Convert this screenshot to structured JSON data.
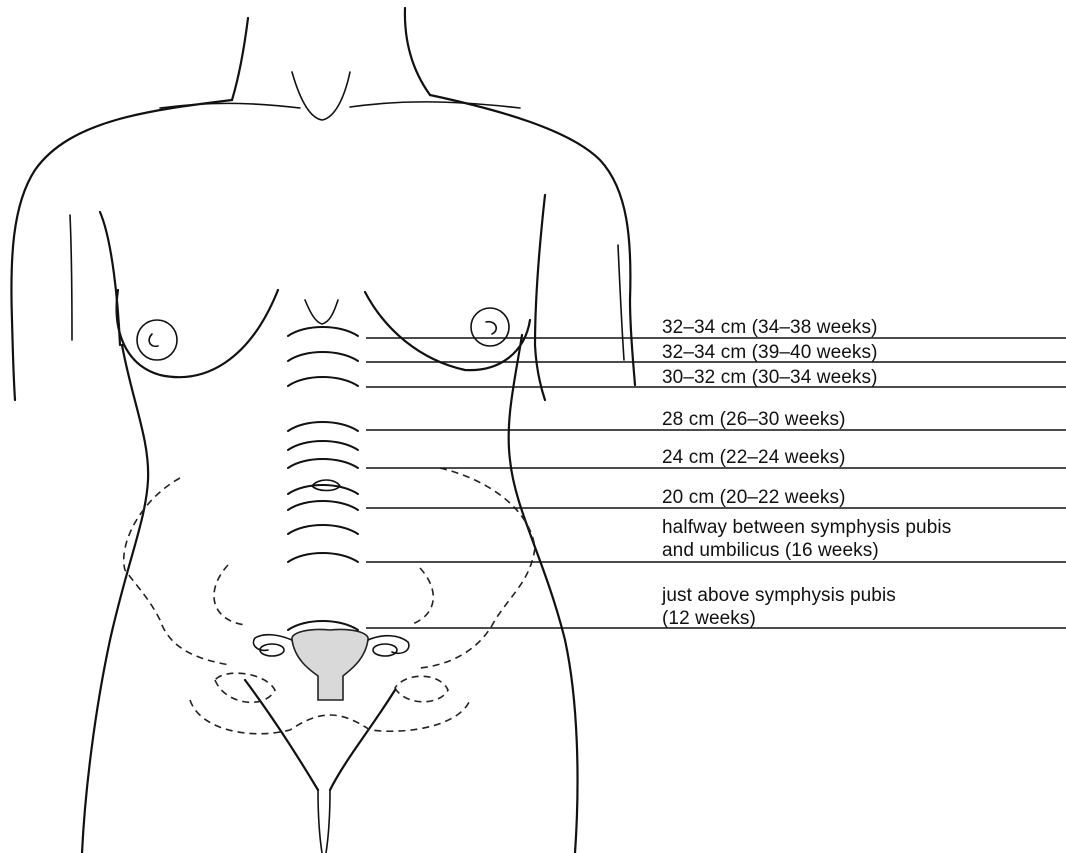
{
  "levels": [
    {
      "text": "32–34 cm (34–38 weeks)"
    },
    {
      "text": "32–34 cm (39–40 weeks)"
    },
    {
      "text": "30–32 cm (30–34 weeks)"
    },
    {
      "text": "28 cm (26–30 weeks)"
    },
    {
      "text": "24 cm (22–24 weeks)"
    },
    {
      "text": "20 cm (20–22 weeks)"
    },
    {
      "text_line1": "halfway between symphysis pubis",
      "text_line2": "and umbilicus (16 weeks)"
    },
    {
      "text_line1": "just above symphysis pubis",
      "text_line2": "(12 weeks)"
    }
  ],
  "colors": {
    "line": "#111111",
    "uterus_fill": "#d9d9d9",
    "background": "#ffffff"
  }
}
